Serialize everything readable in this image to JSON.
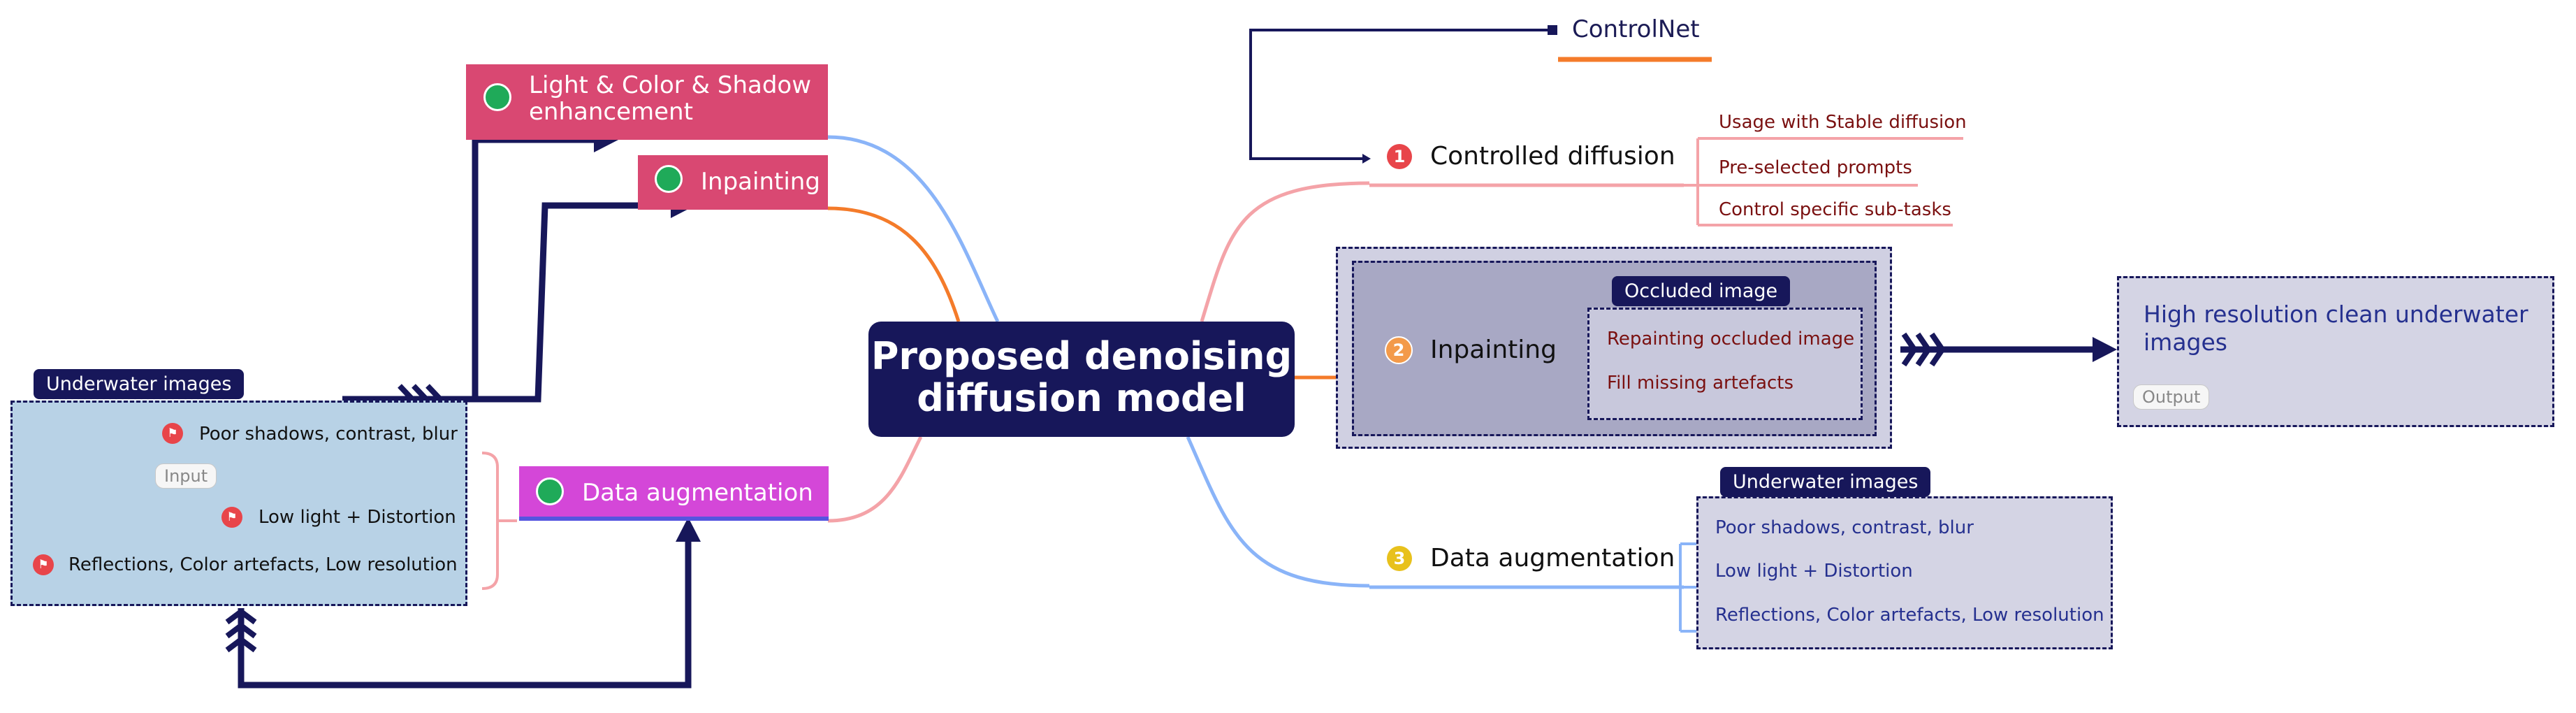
{
  "central": {
    "line1": "Proposed denoising",
    "line2": "diffusion model"
  },
  "top_label": "ControlNet",
  "branches": {
    "controlled": {
      "number": "1",
      "label": "Controlled diffusion",
      "items": [
        "Usage with Stable diffusion",
        "Pre-selected prompts",
        "Control specific sub-tasks"
      ]
    },
    "inpainting": {
      "number": "2",
      "label": "Inpainting",
      "tag": "Occluded image",
      "items": [
        "Repainting occluded image",
        "Fill missing artefacts"
      ]
    },
    "augmentation": {
      "number": "3",
      "label": "Data augmentation",
      "tag": "Underwater images",
      "items": [
        "Poor shadows, contrast, blur",
        "Low light + Distortion",
        "Reflections, Color artefacts, Low resolution"
      ]
    }
  },
  "output_box": {
    "title_line1": "High resolution clean underwater",
    "title_line2": "images",
    "pill": "Output"
  },
  "left_boxes": {
    "light": {
      "line1": "Light & Color & Shadow",
      "line2": "enhancement"
    },
    "inpainting": {
      "label": "Inpainting"
    },
    "augmentation": {
      "label": "Data augmentation"
    }
  },
  "input_box": {
    "tag": "Underwater images",
    "pill": "Input",
    "items": [
      "Poor shadows, contrast, blur",
      "Low light + Distortion",
      "Reflections, Color artefacts, Low resolution"
    ]
  },
  "colors": {
    "navy": "#17175a",
    "pink": "#d94872",
    "magenta": "#d447d8",
    "orange": "#f47b2a",
    "blue": "#8ab4f8",
    "salmon": "#f4a3a8",
    "red_text": "#7a1010",
    "blue_text": "#25308f"
  }
}
